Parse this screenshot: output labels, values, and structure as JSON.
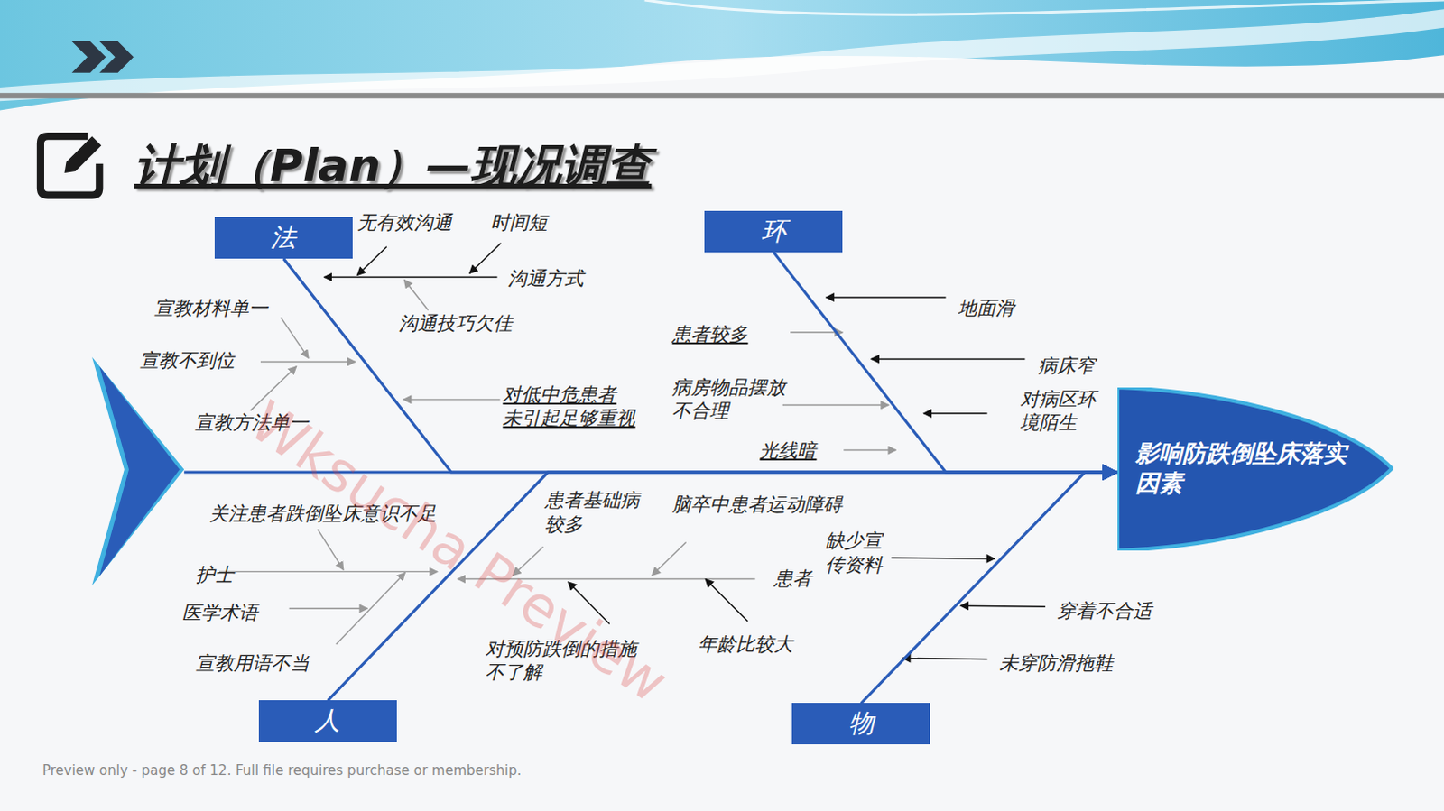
{
  "diagram": {
    "title": "计划（Plan）—现况调查",
    "nodes": [
      {
        "text": [
          "法"
        ]
      },
      {
        "text": [
          "环"
        ]
      },
      {
        "text": [
          "影响防跌倒坠床落实因素"
        ]
      },
      {
        "text": [
          "人"
        ]
      },
      {
        "text": [
          "物"
        ]
      }
    ],
    "edges": [
      {
        "from": 0,
        "to": 2,
        "arrow": "to"
      },
      {
        "from": 1,
        "to": 2,
        "arrow": "to"
      },
      {
        "from": 3,
        "to": 2,
        "arrow": "to"
      },
      {
        "from": 4,
        "to": 2,
        "arrow": "to"
      }
    ],
    "labels": [
      "无有效沟通",
      "时间短",
      "沟通方式",
      "沟通技巧欠佳",
      "宣教材料单一",
      "宣教不到位",
      "宣教方法单一",
      "对低中危患者 未引起足够重视",
      "地面滑",
      "患者较多",
      "病床窄",
      "病房物品摆放 不合理",
      "对病区环 境陌生",
      "光线暗",
      "关注患者跌倒坠床意识不足",
      "患者基础病 较多",
      "脑卒中患者运动障碍",
      "缺少宣 传资料",
      "患者",
      "护士",
      "医学术语",
      "宣教用语不当",
      "对预防跌倒的措施 不了解",
      "年龄比较大",
      "穿着不合适",
      "未穿防滑拖鞋",
      "Wksucha Preview",
      "Preview only - page 8 of 12. Full file requires purchase or membership."
    ]
  }
}
